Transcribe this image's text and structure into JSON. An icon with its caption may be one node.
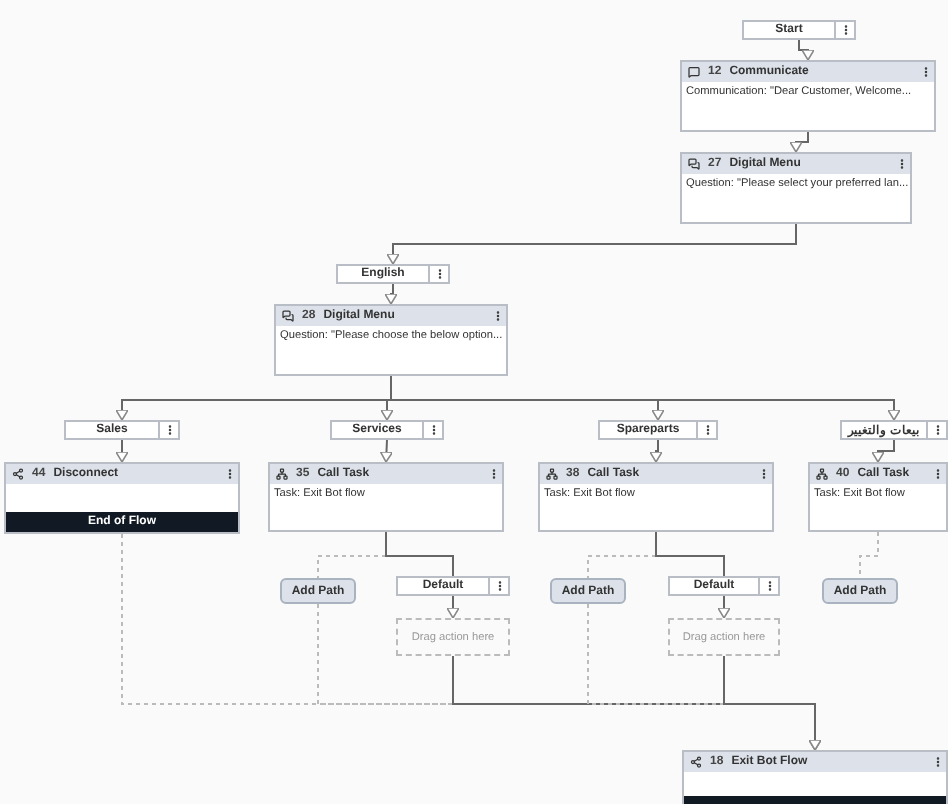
{
  "diagram": {
    "nodes": [
      {
        "text": [
          "Start"
        ]
      },
      {
        "text": [
          "12",
          "Communicate",
          "Communication: \"Dear Customer, Welcome..."
        ]
      },
      {
        "text": [
          "27",
          "Digital Menu",
          "Question: \"Please select your preferred lan..."
        ]
      },
      {
        "text": [
          "English"
        ]
      },
      {
        "text": [
          "28",
          "Digital Menu",
          "Question: \"Please choose the below option..."
        ]
      },
      {
        "text": [
          "Sales"
        ]
      },
      {
        "text": [
          "Services"
        ]
      },
      {
        "text": [
          "Spareparts"
        ]
      },
      {
        "text": [
          "بيعات والتغيير"
        ]
      },
      {
        "text": [
          "44",
          "Disconnect",
          "End of Flow"
        ]
      },
      {
        "text": [
          "35",
          "Call Task",
          "Task: Exit Bot flow"
        ]
      },
      {
        "text": [
          "38",
          "Call Task",
          "Task: Exit Bot flow"
        ]
      },
      {
        "text": [
          "40",
          "Call Task",
          "Task: Exit Bot flow"
        ]
      },
      {
        "text": [
          "Add Path"
        ]
      },
      {
        "text": [
          "Default"
        ]
      },
      {
        "text": [
          "Drag action here"
        ]
      },
      {
        "text": [
          "Add Path"
        ]
      },
      {
        "text": [
          "Default"
        ]
      },
      {
        "text": [
          "Drag action here"
        ]
      },
      {
        "text": [
          "Add Path"
        ]
      },
      {
        "text": [
          "18",
          "Exit Bot Flow"
        ]
      }
    ],
    "edges": [
      {
        "from": 0,
        "to": 1,
        "arrow": "to"
      },
      {
        "from": 1,
        "to": 2,
        "arrow": "to"
      },
      {
        "from": 2,
        "to": 3,
        "arrow": "to"
      },
      {
        "from": 3,
        "to": 4,
        "arrow": "to"
      },
      {
        "from": 4,
        "to": 5,
        "arrow": "to"
      },
      {
        "from": 4,
        "to": 6,
        "arrow": "to"
      },
      {
        "from": 4,
        "to": 7,
        "arrow": "to"
      },
      {
        "from": 4,
        "to": 8,
        "arrow": "to"
      },
      {
        "from": 5,
        "to": 9,
        "arrow": "to"
      },
      {
        "from": 6,
        "to": 10,
        "arrow": "to"
      },
      {
        "from": 7,
        "to": 11,
        "arrow": "to"
      },
      {
        "from": 8,
        "to": 12,
        "arrow": "to"
      },
      {
        "from": 10,
        "to": 13,
        "arrow": "none",
        "style": "dashed"
      },
      {
        "from": 10,
        "to": 14,
        "arrow": "none"
      },
      {
        "from": 14,
        "to": 15,
        "arrow": "to"
      },
      {
        "from": 11,
        "to": 16,
        "arrow": "none",
        "style": "dashed"
      },
      {
        "from": 11,
        "to": 17,
        "arrow": "none"
      },
      {
        "from": 17,
        "to": 18,
        "arrow": "to"
      },
      {
        "from": 12,
        "to": 19,
        "arrow": "none",
        "style": "dashed"
      },
      {
        "from": 9,
        "to": 20,
        "arrow": "none",
        "style": "dashed"
      },
      {
        "from": 13,
        "to": 20,
        "arrow": "none",
        "style": "dashed"
      },
      {
        "from": 15,
        "to": 20,
        "arrow": "to"
      },
      {
        "from": 16,
        "to": 20,
        "arrow": "none",
        "style": "dashed"
      },
      {
        "from": 18,
        "to": 20,
        "arrow": "to"
      }
    ]
  }
}
